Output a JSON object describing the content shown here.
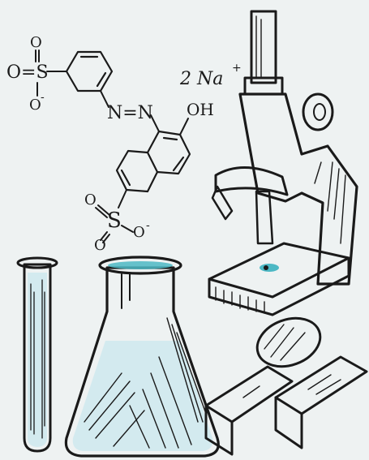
{
  "image": {
    "background_color": "#eef2f2",
    "ink_color": "#1a1a1a",
    "accent_teal": "#4cb8c4",
    "accent_red": "#e8463f",
    "light_blue": "#cfe9ee"
  },
  "formula": {
    "sulfonate_top": {
      "O_top": "O",
      "O_left": "O=S",
      "O_bottom": "O",
      "minus": "-"
    },
    "azo": "N=N",
    "hydroxyl": "OH",
    "sodium": "2 Na",
    "sodium_charge": "+",
    "sulfonate_bottom": {
      "O_top": "O",
      "S": "S",
      "O_right": "O",
      "O_bottom": "O",
      "minus": "-"
    }
  }
}
